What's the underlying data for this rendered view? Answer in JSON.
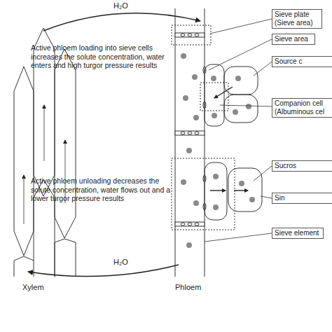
{
  "diagram": {
    "nodes": [
      {
        "text": [
          "Sieve plate (Sieve area)"
        ]
      },
      {
        "text": [
          "Sieve area"
        ]
      },
      {
        "text": [
          "Source c"
        ]
      },
      {
        "text": [
          "Companion cell (Albuminous cel"
        ]
      },
      {
        "text": [
          "Sucros"
        ]
      },
      {
        "text": [
          "Sin"
        ]
      },
      {
        "text": [
          "Sieve element"
        ]
      }
    ],
    "labels": [
      "H₂O",
      "Active phloem loading into sieve cells increases the solute concentration, water enters and high turgor pressure results",
      "Active phloem unloading decreases the solute concentration, water flows out and a lower turgor pressure results",
      "H₂O",
      "Xylem",
      "Phloem"
    ]
  }
}
